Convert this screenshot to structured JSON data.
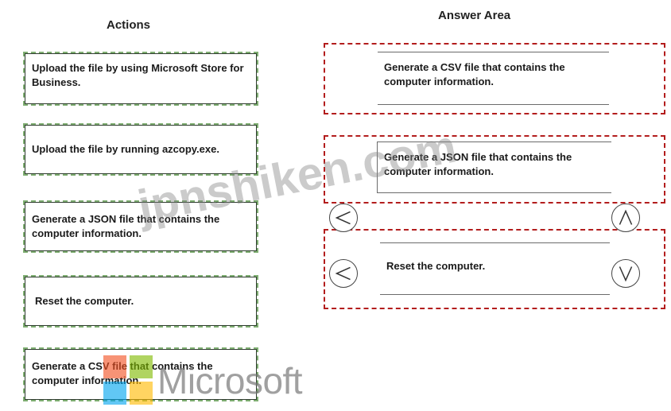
{
  "actions_heading": "Actions",
  "answer_heading": "Answer Area",
  "actions": [
    {
      "label": "Upload the file by using Microsoft Store for Business."
    },
    {
      "label": "Upload the file by running azcopy.exe."
    },
    {
      "label": "Generate a JSON file that contains the computer information."
    },
    {
      "label": "Reset the computer."
    },
    {
      "label": "Generate a CSV file that contains the computer information."
    }
  ],
  "answer_items": [
    {
      "label": "Generate a CSV file that contains the computer information."
    },
    {
      "label": "Generate a JSON file that contains the computer information."
    },
    {
      "label": "Reset the computer."
    }
  ],
  "watermark": {
    "site": "jpnshiken.com",
    "brand": "Microsoft",
    "logo_colors": [
      "#f25022",
      "#7fba00",
      "#00a4ef",
      "#ffb900"
    ]
  },
  "colors": {
    "action_border": "#7fae72",
    "slot_border": "#b31d1d"
  },
  "icons": {
    "move_left": "chevron-left-icon",
    "move_up": "chevron-up-icon",
    "move_down": "chevron-down-icon"
  }
}
